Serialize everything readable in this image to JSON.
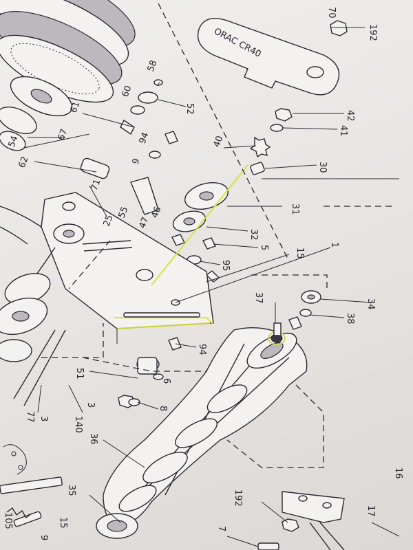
{
  "diagram": {
    "callouts": [
      {
        "key": "c70",
        "text": "70"
      },
      {
        "key": "c192a",
        "text": "192"
      },
      {
        "key": "c58",
        "text": "58"
      },
      {
        "key": "c60",
        "text": "60"
      },
      {
        "key": "c52",
        "text": "52"
      },
      {
        "key": "c42",
        "text": "42"
      },
      {
        "key": "c61",
        "text": "61"
      },
      {
        "key": "c41",
        "text": "41"
      },
      {
        "key": "c54",
        "text": "54"
      },
      {
        "key": "c67",
        "text": "67"
      },
      {
        "key": "c94a",
        "text": "94"
      },
      {
        "key": "c40",
        "text": "40"
      },
      {
        "key": "c9a",
        "text": "9"
      },
      {
        "key": "c30",
        "text": "30"
      },
      {
        "key": "c62",
        "text": "62"
      },
      {
        "key": "c71",
        "text": "71"
      },
      {
        "key": "c31",
        "text": "31"
      },
      {
        "key": "c55",
        "text": "55"
      },
      {
        "key": "c25",
        "text": "25"
      },
      {
        "key": "c46",
        "text": "46"
      },
      {
        "key": "c47",
        "text": "47"
      },
      {
        "key": "c32",
        "text": "32"
      },
      {
        "key": "c5",
        "text": "5"
      },
      {
        "key": "c95",
        "text": "95"
      },
      {
        "key": "c15a",
        "text": "15"
      },
      {
        "key": "c1",
        "text": "1"
      },
      {
        "key": "c34",
        "text": "34"
      },
      {
        "key": "c37",
        "text": "37"
      },
      {
        "key": "c38",
        "text": "38"
      },
      {
        "key": "c94b",
        "text": "94"
      },
      {
        "key": "c51",
        "text": "51"
      },
      {
        "key": "c6a",
        "text": "6"
      },
      {
        "key": "c3a",
        "text": "3"
      },
      {
        "key": "c8",
        "text": "8"
      },
      {
        "key": "c140",
        "text": "140"
      },
      {
        "key": "c3b",
        "text": "3"
      },
      {
        "key": "c77",
        "text": "77"
      },
      {
        "key": "c36",
        "text": "36"
      },
      {
        "key": "c35",
        "text": "35"
      },
      {
        "key": "c192b",
        "text": "192"
      },
      {
        "key": "c16",
        "text": "16"
      },
      {
        "key": "c17",
        "text": "17"
      },
      {
        "key": "c7",
        "text": "7"
      },
      {
        "key": "c105",
        "text": "105"
      },
      {
        "key": "c15b",
        "text": "15"
      },
      {
        "key": "c9b",
        "text": "9"
      }
    ],
    "stamp_text": "ORAC CR40"
  }
}
